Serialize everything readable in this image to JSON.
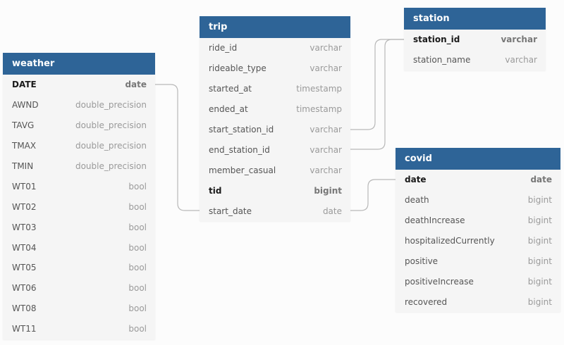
{
  "tables": {
    "weather": {
      "name": "weather",
      "columns": [
        {
          "name": "DATE",
          "type": "date",
          "key": true
        },
        {
          "name": "AWND",
          "type": "double_precision"
        },
        {
          "name": "TAVG",
          "type": "double_precision"
        },
        {
          "name": "TMAX",
          "type": "double_precision"
        },
        {
          "name": "TMIN",
          "type": "double_precision"
        },
        {
          "name": "WT01",
          "type": "bool"
        },
        {
          "name": "WT02",
          "type": "bool"
        },
        {
          "name": "WT03",
          "type": "bool"
        },
        {
          "name": "WT04",
          "type": "bool"
        },
        {
          "name": "WT05",
          "type": "bool"
        },
        {
          "name": "WT06",
          "type": "bool"
        },
        {
          "name": "WT08",
          "type": "bool"
        },
        {
          "name": "WT11",
          "type": "bool"
        }
      ]
    },
    "trip": {
      "name": "trip",
      "columns": [
        {
          "name": "ride_id",
          "type": "varchar"
        },
        {
          "name": "rideable_type",
          "type": "varchar"
        },
        {
          "name": "started_at",
          "type": "timestamp"
        },
        {
          "name": "ended_at",
          "type": "timestamp"
        },
        {
          "name": "start_station_id",
          "type": "varchar"
        },
        {
          "name": "end_station_id",
          "type": "varchar"
        },
        {
          "name": "member_casual",
          "type": "varchar"
        },
        {
          "name": "tid",
          "type": "bigint",
          "key": true
        },
        {
          "name": "start_date",
          "type": "date"
        }
      ]
    },
    "station": {
      "name": "station",
      "columns": [
        {
          "name": "station_id",
          "type": "varchar",
          "key": true
        },
        {
          "name": "station_name",
          "type": "varchar"
        }
      ]
    },
    "covid": {
      "name": "covid",
      "columns": [
        {
          "name": "date",
          "type": "date",
          "key": true
        },
        {
          "name": "death",
          "type": "bigint"
        },
        {
          "name": "deathIncrease",
          "type": "bigint"
        },
        {
          "name": "hospitalizedCurrently",
          "type": "bigint"
        },
        {
          "name": "positive",
          "type": "bigint"
        },
        {
          "name": "positiveIncrease",
          "type": "bigint"
        },
        {
          "name": "recovered",
          "type": "bigint"
        }
      ]
    }
  },
  "relations": [
    {
      "from": "weather.DATE",
      "to": "trip.start_date"
    },
    {
      "from": "trip.start_station_id",
      "to": "station.station_id"
    },
    {
      "from": "trip.end_station_id",
      "to": "station.station_id"
    },
    {
      "from": "trip.start_date",
      "to": "covid.date"
    }
  ],
  "colors": {
    "header": "#2e6497",
    "body": "#f5f5f5",
    "line": "#b8b8b8"
  }
}
